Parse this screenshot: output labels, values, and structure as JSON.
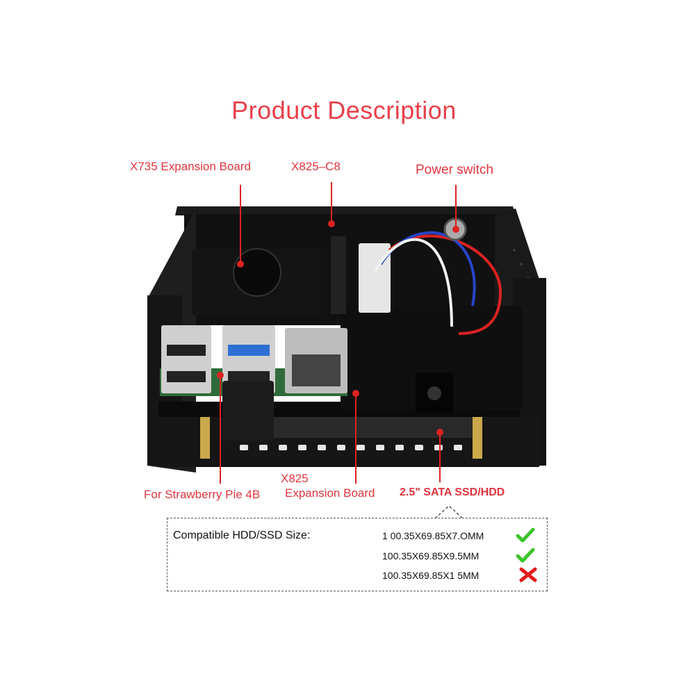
{
  "title": "Product Description",
  "callouts": {
    "x735": "X735 Expansion Board",
    "x825c8": "X825–C8",
    "power_switch": "Power switch",
    "strawberry": "For Strawberry Pie 4B",
    "x825_line1": "X825",
    "x825_line2": "Expansion Board",
    "sata": "2.5\" SATA SSD/HDD"
  },
  "compat": {
    "label": "Compatible HDD/SSD Size:",
    "sizes": [
      {
        "text": "1 00.35X69.85X7.OMM",
        "status": "check-icon"
      },
      {
        "text": "100.35X69.85X9.5MM",
        "status": "check-icon"
      },
      {
        "text": "100.35X69.85X1 5MM",
        "status": "cross-icon"
      }
    ]
  },
  "colors": {
    "accent": "#e0343e",
    "check": "#3cc42a",
    "cross": "#e21b1b"
  }
}
